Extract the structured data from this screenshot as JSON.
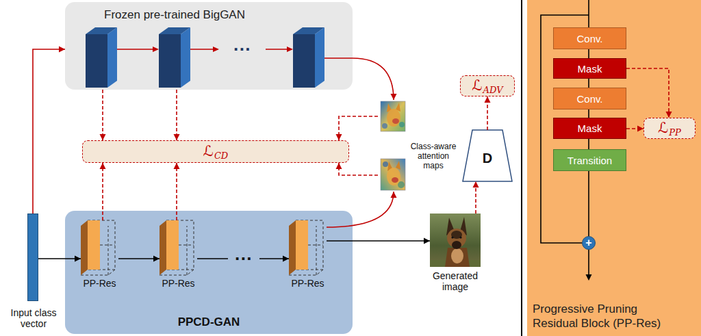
{
  "diagram": {
    "nodes": [
      {
        "text": [
          "Frozen pre-trained BigGAN"
        ]
      },
      {
        "text": [
          "ℒ",
          "CD"
        ]
      },
      {
        "text": [
          "Class-aware attention maps"
        ]
      },
      {
        "text": [
          "ℒ",
          "ADV"
        ]
      },
      {
        "text": [
          "D"
        ]
      },
      {
        "text": [
          "Generated image"
        ]
      },
      {
        "text": [
          "PPCD-GAN"
        ]
      },
      {
        "text": [
          "PP-Res"
        ],
        "in": 6
      },
      {
        "text": [
          "PP-Res"
        ],
        "in": 6
      },
      {
        "text": [
          "PP-Res"
        ],
        "in": 6
      },
      {
        "text": [
          "Input class vector"
        ]
      },
      {
        "text": [
          "Progressive Pruning Residual Block (PP-Res)"
        ]
      },
      {
        "text": [
          "Conv."
        ],
        "in": 11
      },
      {
        "text": [
          "Mask"
        ],
        "in": 11
      },
      {
        "text": [
          "Conv."
        ],
        "in": 11
      },
      {
        "text": [
          "Mask"
        ],
        "in": 11
      },
      {
        "text": [
          "ℒ",
          "PP"
        ],
        "in": 11
      },
      {
        "text": [
          "Transition"
        ],
        "in": 11
      },
      {
        "text": [
          "+"
        ],
        "in": 11
      }
    ],
    "edges": [
      {
        "from": 10,
        "to": 0,
        "arrow": "to"
      },
      {
        "from": 10,
        "to": 7,
        "arrow": "to"
      },
      {
        "from": 7,
        "to": 8,
        "arrow": "to"
      },
      {
        "from": 8,
        "to": 9,
        "arrow": "to"
      },
      {
        "from": 9,
        "to": 5,
        "arrow": "to"
      },
      {
        "from": 5,
        "to": 4,
        "arrow": "to"
      },
      {
        "from": 4,
        "to": 3,
        "arrow": "to"
      },
      {
        "from": 0,
        "to": 1,
        "arrow": "to"
      },
      {
        "from": 0,
        "to": 1,
        "arrow": "to"
      },
      {
        "from": 7,
        "to": 1,
        "arrow": "to"
      },
      {
        "from": 8,
        "to": 1,
        "arrow": "to"
      },
      {
        "from": 0,
        "to": 2,
        "arrow": "to"
      },
      {
        "from": 9,
        "to": 2,
        "arrow": "to"
      },
      {
        "from": 2,
        "to": 1,
        "arrow": "to"
      },
      {
        "from": 2,
        "to": 1,
        "arrow": "to"
      },
      {
        "from": 12,
        "to": 13,
        "arrow": "none"
      },
      {
        "from": 13,
        "to": 14,
        "arrow": "none"
      },
      {
        "from": 14,
        "to": 15,
        "arrow": "none"
      },
      {
        "from": 15,
        "to": 17,
        "arrow": "none"
      },
      {
        "from": 17,
        "to": 18,
        "arrow": "none"
      },
      {
        "from": 13,
        "to": 16,
        "arrow": "to"
      },
      {
        "from": 15,
        "to": 16,
        "arrow": "to"
      }
    ],
    "labels": [
      "···",
      "···"
    ]
  }
}
